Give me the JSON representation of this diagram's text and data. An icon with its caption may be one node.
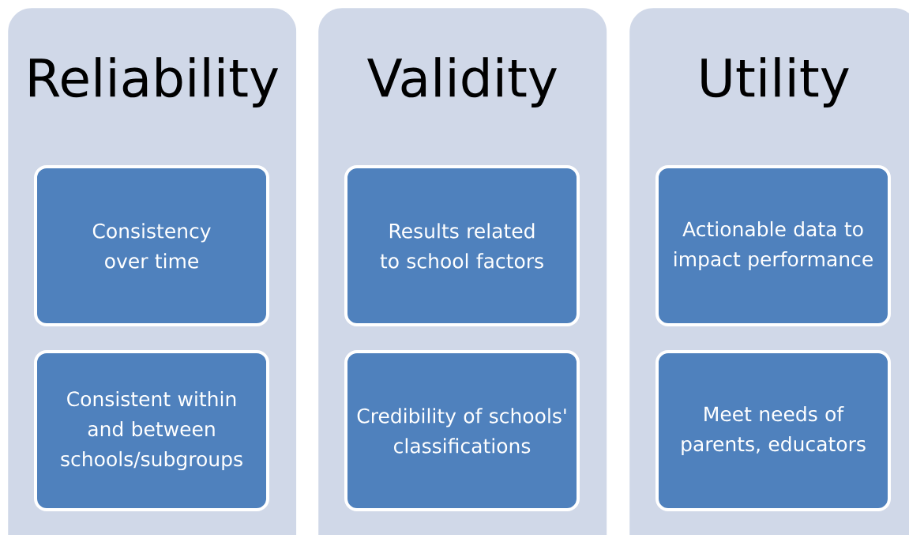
{
  "diagram": {
    "nodes": [
      {
        "text": [
          "Reliability"
        ]
      },
      {
        "text": [
          "Consistency over time"
        ],
        "in": 0
      },
      {
        "text": [
          "Consistent within and between schools/subgroups"
        ],
        "in": 0
      },
      {
        "text": [
          "Validity"
        ]
      },
      {
        "text": [
          "Results related to school factors"
        ],
        "in": 3
      },
      {
        "text": [
          "Credibility of schools' classifications"
        ],
        "in": 3
      },
      {
        "text": [
          "Utility"
        ]
      },
      {
        "text": [
          "Actionable data to impact performance"
        ],
        "in": 6
      },
      {
        "text": [
          "Meet needs of parents, educators"
        ],
        "in": 6
      }
    ]
  }
}
